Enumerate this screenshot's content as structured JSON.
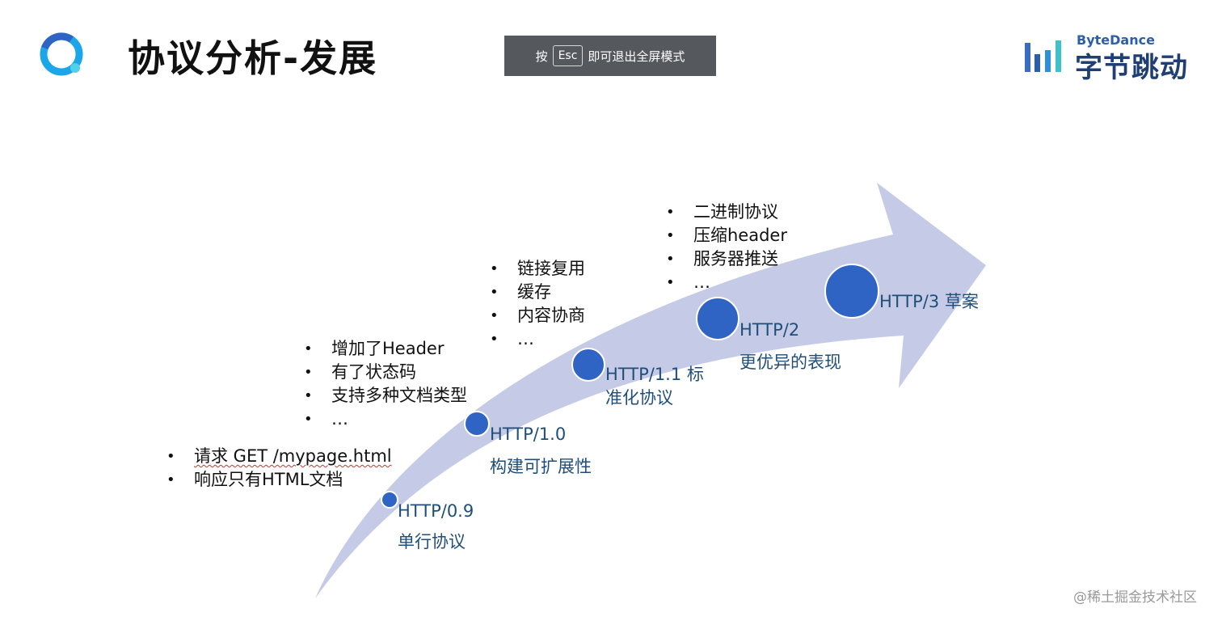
{
  "slide": {
    "title": "协议分析-发展",
    "esc_banner": {
      "prefix": "按",
      "key": "Esc",
      "suffix": "即可退出全屏模式"
    },
    "brand": {
      "en": "ByteDance",
      "cn": "字节跳动"
    },
    "watermark": "@稀土掘金技术社区"
  },
  "colors": {
    "arrow": "#c5cbe6",
    "node": "#2f64c4",
    "label": "#1f4e79",
    "logo_left": "#1aa6e8",
    "brand": "#2d5ea8"
  },
  "icons": [
    "app-logo-icon",
    "bytedance-logo-icon"
  ],
  "milestones": [
    {
      "version": "HTTP/0.9",
      "desc": "单行协议",
      "bullets": [
        "请求 GET /mypage.html",
        "响应只有HTML文档"
      ]
    },
    {
      "version": "HTTP/1.0",
      "desc": "构建可扩展性",
      "bullets": [
        "增加了Header",
        "有了状态码",
        "支持多种文档类型",
        "…"
      ]
    },
    {
      "version": "HTTP/1.1 标准化协议",
      "desc": "",
      "bullets": [
        "链接复用",
        "缓存",
        "内容协商",
        "…"
      ]
    },
    {
      "version": "HTTP/2",
      "desc": "更优异的表现",
      "bullets": [
        "二进制协议",
        "压缩header",
        "服务器推送",
        "…"
      ]
    },
    {
      "version": "HTTP/3 草案",
      "desc": "",
      "bullets": []
    }
  ]
}
